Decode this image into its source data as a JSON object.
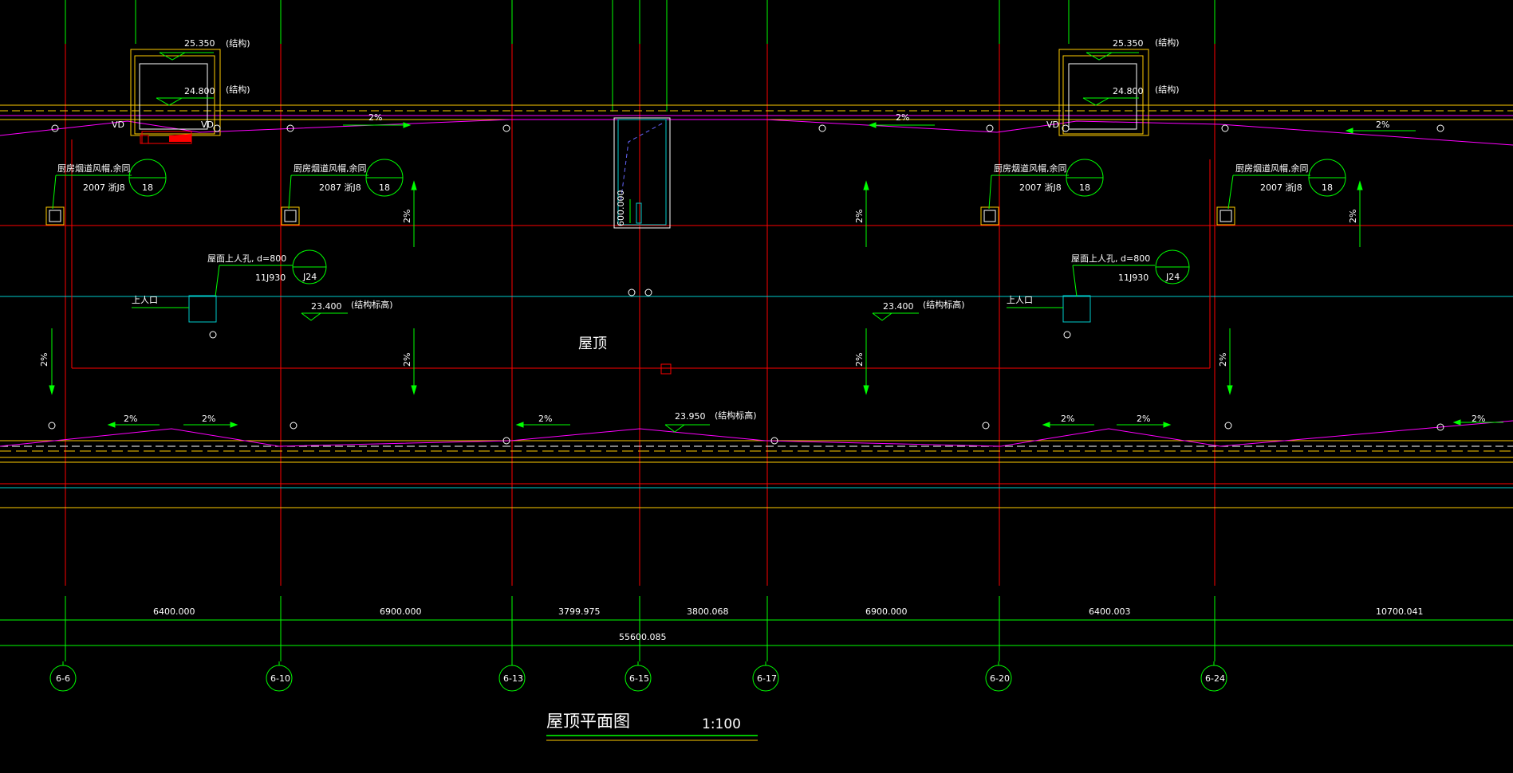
{
  "drawing": {
    "title": "屋顶平面图",
    "scale": "1:100",
    "room_label": "屋顶",
    "colors": {
      "background": "#000000",
      "grid": "#ff0000",
      "dimension": "#00ff00",
      "parapet": "#ffcc00",
      "ridge": "#ff00ff",
      "cyan": "#00cccc",
      "text": "#ffffff"
    },
    "elevations": {
      "top_left_1": "25.350",
      "top_left_1_note": "(结构)",
      "top_left_2": "24.800",
      "top_left_2_note": "(结构)",
      "top_right_1": "25.350",
      "top_right_1_note": "(结构)",
      "top_right_2": "24.800",
      "top_right_2_note": "(结构)",
      "mid_left": "23.400",
      "mid_left_note": "(结构标高)",
      "mid_right": "23.400",
      "mid_right_note": "(结构标高)",
      "bottom": "23.950",
      "bottom_note": "(结构标高)"
    },
    "vent_callouts": [
      {
        "text": "厨房烟道风帽,余同",
        "ref": "2007   浙J8",
        "detail": "18"
      },
      {
        "text": "厨房烟道风帽,余同",
        "ref": "2087   浙J8",
        "detail": "18"
      },
      {
        "text": "厨房烟道风帽,余同",
        "ref": "2007   浙J8",
        "detail": "18"
      },
      {
        "text": "厨房烟道风帽,余同",
        "ref": "2007   浙J8",
        "detail": "18"
      }
    ],
    "hatch_callouts": [
      {
        "text": "屋面上人孔, d=800",
        "ref": "11J930",
        "detail": "J24",
        "label": "上人口"
      },
      {
        "text": "屋面上人孔, d=800",
        "ref": "11J930",
        "detail": "J24",
        "label": "上人口"
      }
    ],
    "slope_label": "2%",
    "shaft_dim": "600.000",
    "spans": [
      "6400.000",
      "6900.000",
      "3799.975",
      "3800.068",
      "6900.000",
      "6400.003",
      "10700.041"
    ],
    "total_span": "55600.085",
    "axes": [
      "6-6",
      "6-10",
      "6-13",
      "6-15",
      "6-17",
      "6-20",
      "6-24"
    ],
    "vd_label": "VD"
  }
}
